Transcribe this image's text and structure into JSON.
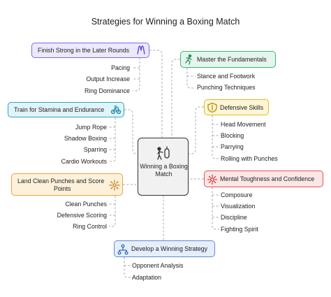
{
  "title": "Strategies for Winning a Boxing Match",
  "center": {
    "label": "Winning a Boxing Match",
    "icon": "punching-bag-icon"
  },
  "colors": {
    "purple": "#7b68ee",
    "purple_fill": "#ece9fd",
    "green": "#3fb27f",
    "green_fill": "#e4f6ec",
    "cyan": "#2aa6c6",
    "cyan_fill": "#e1f4f9",
    "yellow": "#e4b820",
    "yellow_fill": "#fdf6d6",
    "orange": "#e8a43a",
    "orange_fill": "#fdf1dc",
    "red": "#e0545a",
    "red_fill": "#fde6e6",
    "blue": "#5b8bd8",
    "blue_fill": "#e5eefb",
    "line": "#aaaaaa"
  },
  "branches": {
    "finish": {
      "label": "Finish Strong in the Later Rounds",
      "icon": "grip-icon",
      "items": [
        "Pacing",
        "Output Increase",
        "Ring Dominance"
      ]
    },
    "fundamentals": {
      "label": "Master the Fundamentals",
      "icon": "runner-icon",
      "items": [
        "Stance and Footwork",
        "Punching Techniques"
      ]
    },
    "stamina": {
      "label": "Train for Stamina and Endurance",
      "icon": "bike-icon",
      "items": [
        "Jump Rope",
        "Shadow Boxing",
        "Sparring",
        "Cardio Workouts"
      ]
    },
    "defensive": {
      "label": "Defensive Skills",
      "icon": "shield-icon",
      "items": [
        "Head Movement",
        "Blocking",
        "Parrying",
        "Rolling with Punches"
      ]
    },
    "land": {
      "label_line1": "Land Clean Punches and Score",
      "label_line2": "Points",
      "icon": "target-icon",
      "items": [
        "Clean Punches",
        "Defensive Scoring",
        "Ring Control"
      ]
    },
    "mental": {
      "label": "Mental Toughness and Confidence",
      "icon": "brain-icon",
      "items": [
        "Composure",
        "Visualization",
        "Discipline",
        "Fighting Spirit"
      ]
    },
    "strategy": {
      "label": "Develop a Winning Strategy",
      "icon": "strategy-icon",
      "items": [
        "Opponent Analysis",
        "Adaptation"
      ]
    }
  }
}
